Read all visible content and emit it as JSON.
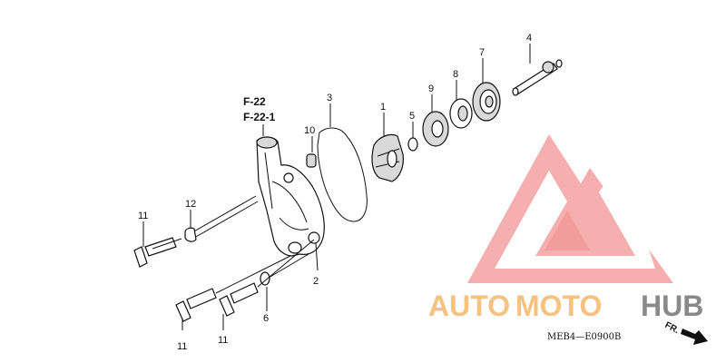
{
  "callouts": {
    "p1": "1",
    "p2": "2",
    "p3": "3",
    "p4": "4",
    "p5": "5",
    "p6": "6",
    "p7": "7",
    "p8": "8",
    "p9": "9",
    "p10": "10",
    "p11_top": "11",
    "p11_left": "11",
    "p11_mid": "11",
    "p12": "12"
  },
  "refs": {
    "ref_a": "F-22",
    "ref_b": "F-22-1"
  },
  "diagram_code": "MEB4—E0900B",
  "watermark": {
    "auto": "AUTO",
    "moto": "MOTO",
    "hub": "HUB",
    "colors": {
      "auto": "#f6c280",
      "moto": "#f6c280",
      "hub": "#8a8a8a",
      "triangle": "#f28a8a"
    }
  },
  "direction": {
    "label": "FR."
  }
}
